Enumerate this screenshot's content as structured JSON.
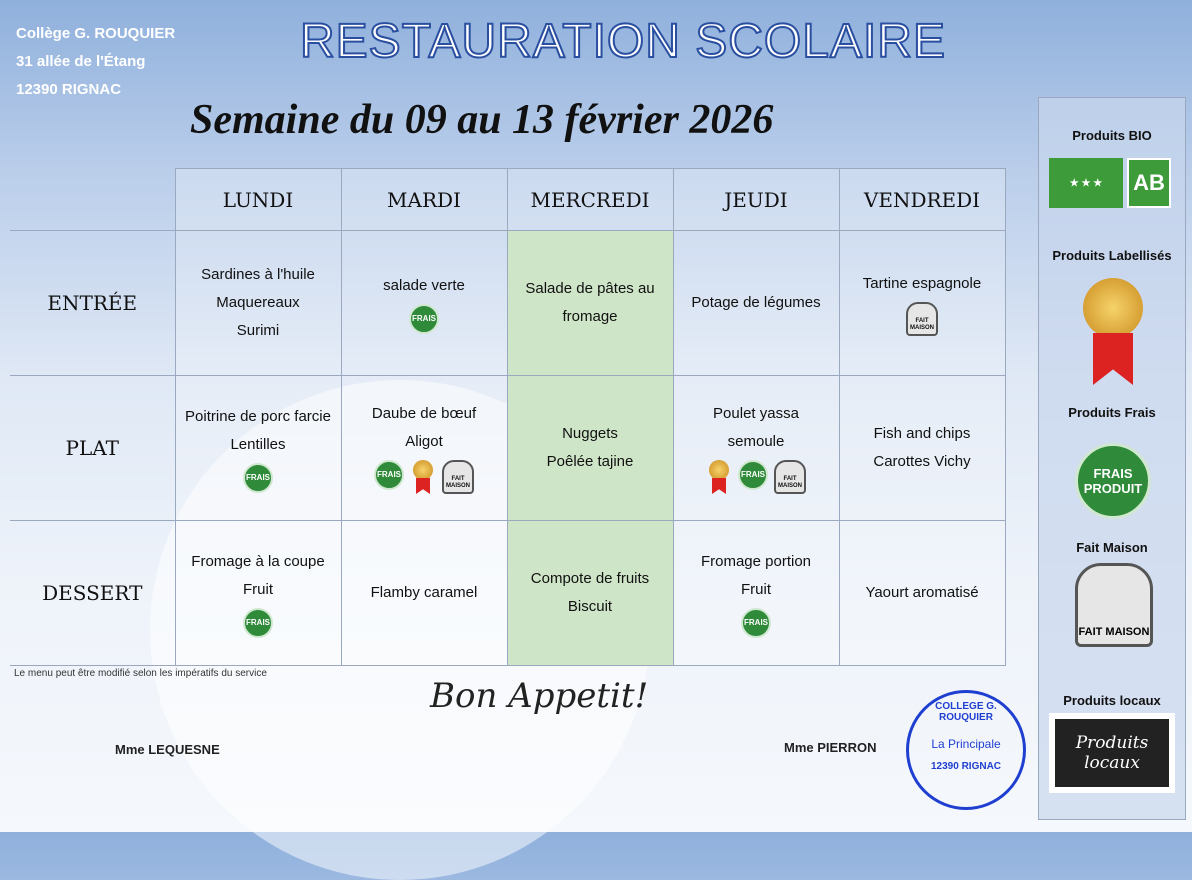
{
  "school": {
    "name": "Collège G. ROUQUIER",
    "street": "31 allée de l'Étang",
    "city": "12390 RIGNAC"
  },
  "title": "RESTAURATION SCOLAIRE",
  "subtitle": "Semaine du 09 au 13 février 2026",
  "days": [
    "LUNDI",
    "MARDI",
    "MERCREDI",
    "JEUDI",
    "VENDREDI"
  ],
  "rows": [
    {
      "label": "ENTRÉE",
      "cells": [
        {
          "items": [
            "Sardines à l'huile",
            "Maquereaux",
            "Surimi"
          ],
          "icons": []
        },
        {
          "items": [
            "salade verte"
          ],
          "icons": [
            "frais"
          ]
        },
        {
          "items": [
            "Salade de pâtes au fromage"
          ],
          "icons": []
        },
        {
          "items": [
            "Potage de légumes"
          ],
          "icons": []
        },
        {
          "items": [
            "Tartine espagnole"
          ],
          "icons": [
            "fait-maison"
          ]
        }
      ]
    },
    {
      "label": "PLAT",
      "cells": [
        {
          "items": [
            "Poitrine de porc farcie",
            "Lentilles"
          ],
          "icons": [
            "frais"
          ]
        },
        {
          "items": [
            "Daube de bœuf",
            "Aligot"
          ],
          "icons": [
            "frais",
            "label",
            "fait-maison"
          ]
        },
        {
          "items": [
            "Nuggets",
            "Poêlée tajine"
          ],
          "icons": []
        },
        {
          "items": [
            "Poulet yassa",
            "semoule"
          ],
          "icons": [
            "label",
            "frais",
            "fait-maison"
          ]
        },
        {
          "items": [
            "Fish and chips",
            "Carottes Vichy"
          ],
          "icons": []
        }
      ]
    },
    {
      "label": "DESSERT",
      "cells": [
        {
          "items": [
            "Fromage à la coupe",
            "Fruit"
          ],
          "icons": [
            "frais"
          ]
        },
        {
          "items": [
            "Flamby caramel"
          ],
          "icons": []
        },
        {
          "items": [
            "Compote de fruits",
            "Biscuit"
          ],
          "icons": []
        },
        {
          "items": [
            "Fromage portion",
            "Fruit"
          ],
          "icons": [
            "frais"
          ]
        },
        {
          "items": [
            "Yaourt aromatisé"
          ],
          "icons": []
        }
      ]
    }
  ],
  "icon_text": {
    "frais": "FRAIS",
    "fait_maison": "FAIT MAISON"
  },
  "note": "Le menu peut être modifié selon les impératifs du service",
  "bon_appetit": "Bon Appetit!",
  "signatures": {
    "left": "Mme LEQUESNE",
    "right": "Mme PIERRON"
  },
  "stamp": {
    "top": "COLLEGE G. ROUQUIER",
    "middle": "La Principale",
    "bottom": "12390 RIGNAC"
  },
  "legend": {
    "bio": "Produits BIO",
    "bio_logo": "AB",
    "label": "Produits Labellisés",
    "frais": "Produits Frais",
    "frais_logo": "FRAIS PRODUIT",
    "maison": "Fait Maison",
    "maison_logo": "FAIT MAISON",
    "locaux": "Produits locaux",
    "locaux_logo": "Produits locaux"
  },
  "colors": {
    "wednesday": "#cfe5c8",
    "frais": "#2f8a3a",
    "stamp": "#1f3fd0"
  }
}
